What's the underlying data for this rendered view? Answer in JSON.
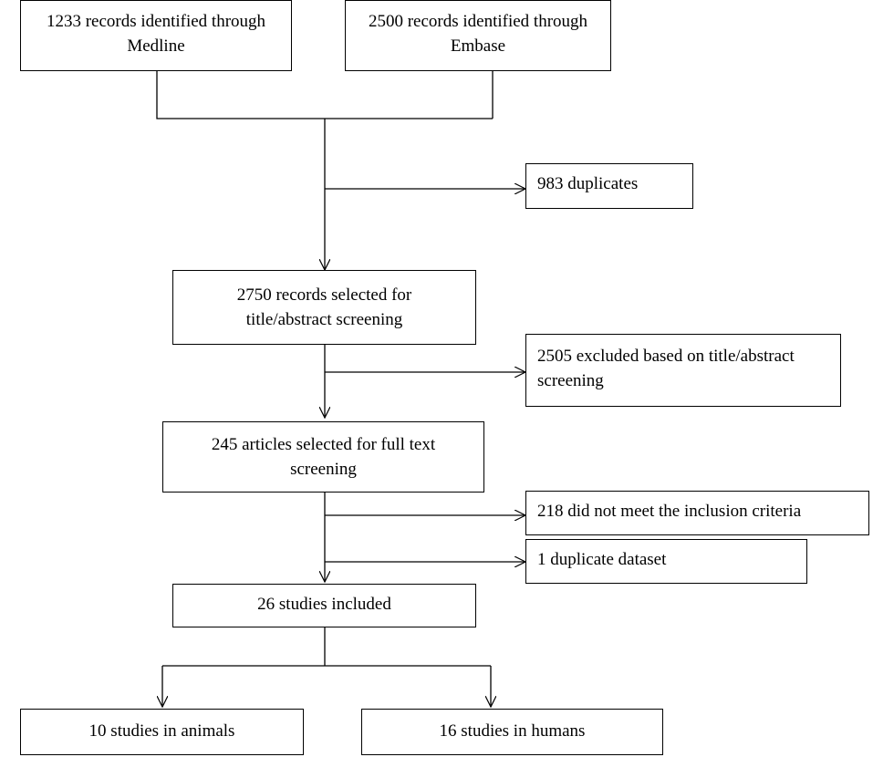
{
  "flow": {
    "medline": [
      "1233 records identified through",
      "Medline"
    ],
    "embase": [
      "2500 records identified through",
      "Embase"
    ],
    "duplicates": [
      "983 duplicates"
    ],
    "title_screening": [
      "2750 records selected for",
      "title/abstract screening"
    ],
    "excluded_title": [
      "2505 excluded based on title/abstract",
      "screening"
    ],
    "full_text": [
      "245 articles selected for full text",
      "screening"
    ],
    "not_meet_criteria": [
      "218 did not meet the inclusion criteria"
    ],
    "duplicate_dataset": [
      "1 duplicate dataset"
    ],
    "included": [
      "26 studies included"
    ],
    "animals": [
      "10 studies in animals"
    ],
    "humans": [
      "16 studies in humans"
    ]
  }
}
